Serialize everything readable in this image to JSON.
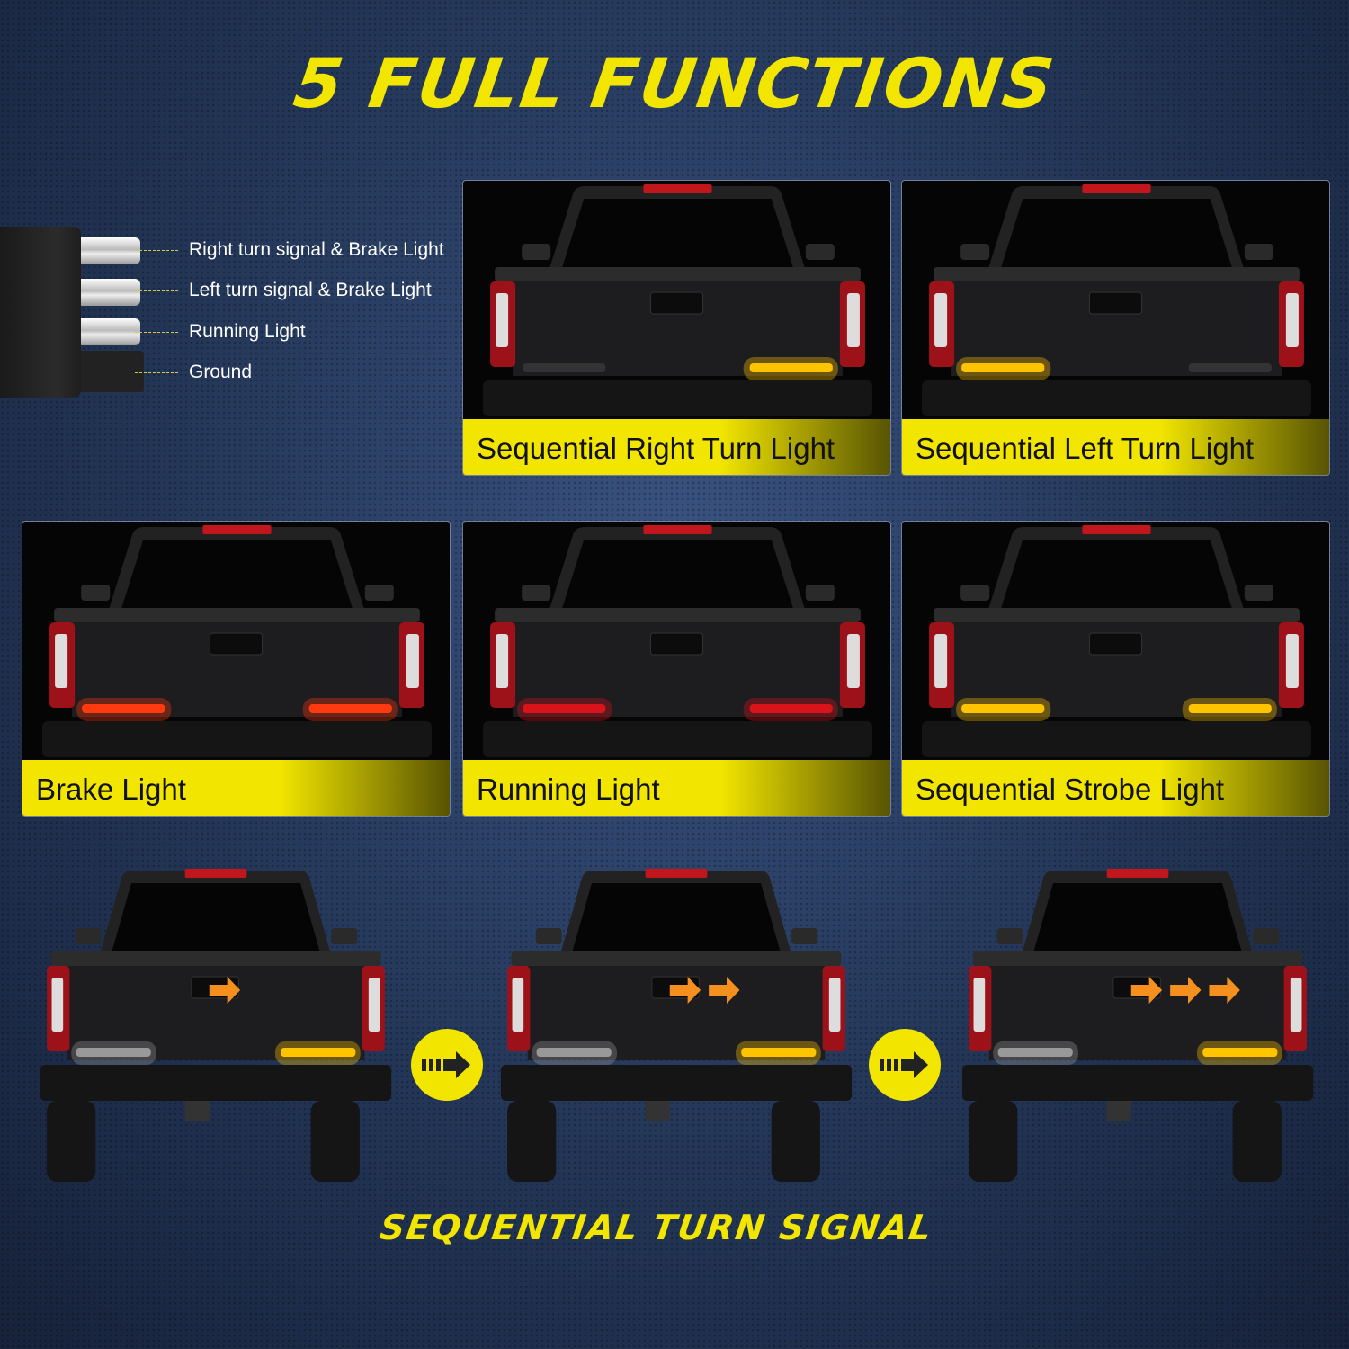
{
  "title": "5 FULL FUNCTIONS",
  "connector": {
    "pins": [
      "Right turn signal & Brake Light",
      "Left turn signal & Brake Light",
      "Running Light",
      "Ground"
    ]
  },
  "panels": [
    {
      "label": "Sequential Right Turn Light",
      "left_light": "off",
      "right_light": "#ffc400"
    },
    {
      "label": "Sequential Left Turn Light",
      "left_light": "#ffc400",
      "right_light": "off"
    },
    {
      "label": "Brake Light",
      "left_light": "#ff3a10",
      "right_light": "#ff3a10"
    },
    {
      "label": "Running Light",
      "left_light": "#d8141a",
      "right_light": "#d8141a"
    },
    {
      "label": "Sequential Strobe Light",
      "left_light": "#ffc400",
      "right_light": "#ffc400"
    }
  ],
  "sequence": {
    "title": "SEQUENTIAL TURN SIGNAL",
    "steps": [
      {
        "arrows": 1
      },
      {
        "arrows": 2
      },
      {
        "arrows": 3
      }
    ],
    "arrow_color": "#f5901e",
    "accent": "#f2e600"
  }
}
